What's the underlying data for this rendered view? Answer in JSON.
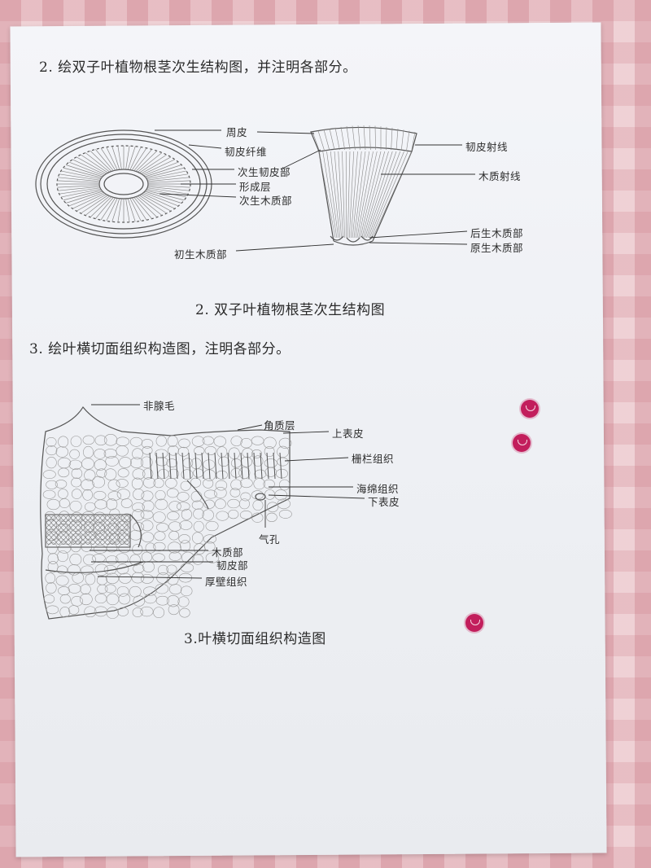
{
  "question2": {
    "heading": "2. 绘双子叶植物根茎次生结构图，并注明各部分。",
    "caption": "2. 双子叶植物根茎次生结构图"
  },
  "question3": {
    "heading": "3. 绘叶横切面组织构造图，注明各部分。",
    "caption": "3.叶横切面组织构造图"
  },
  "labels2": {
    "periderm": "周皮",
    "phloem_fiber": "韧皮纤维",
    "secondary_phloem": "次生韧皮部",
    "cambium": "形成层",
    "secondary_xylem": "次生木质部",
    "primary_xylem": "初生木质部",
    "phloem_ray": "韧皮射线",
    "xylem_ray": "木质射线",
    "post_xylem": "后生木质部",
    "proto_xylem": "原生木质部"
  },
  "labels3": {
    "glandular_hair": "非腺毛",
    "stomata_cell": "角质层",
    "upper_epidermis": "上表皮",
    "palisade": "栅栏组织",
    "spongy": "海绵组织",
    "lower_epidermis": "下表皮",
    "stoma": "气孔",
    "xylem": "木质部",
    "phloem": "韧皮部",
    "thick_wall": "厚壁组织"
  },
  "colors": {
    "ink": "#2b2b2b",
    "stamp": "#c21e5c",
    "pencil": "#5a5a5a"
  },
  "icons": [
    "stamp-icon",
    "stamp-icon",
    "stamp-icon"
  ]
}
